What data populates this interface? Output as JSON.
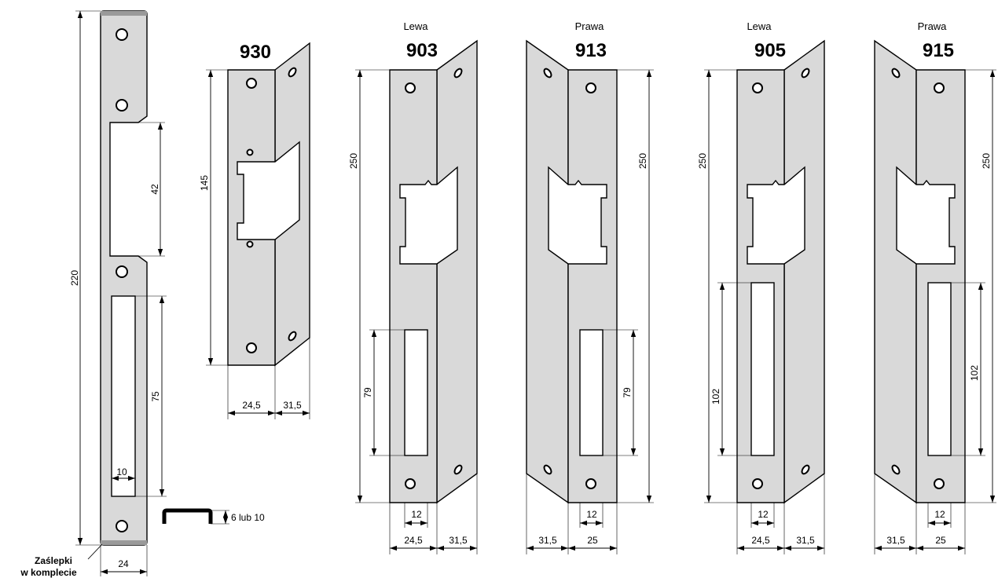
{
  "plates": {
    "p220": {
      "length": "220",
      "window_height": "42",
      "slot_length": "75",
      "slot_width": "10",
      "width": "24",
      "cap_note_line1": "Zaślepki",
      "cap_note_line2": "w komplecie",
      "cap_depth": "6 lub 10"
    },
    "p930": {
      "model": "930",
      "height": "145",
      "width": "24,5",
      "lip": "31,5"
    },
    "p903": {
      "side": "Lewa",
      "model": "903",
      "height": "250",
      "slot_length": "79",
      "slot_width": "12",
      "width": "24,5",
      "lip": "31,5"
    },
    "p913": {
      "side": "Prawa",
      "model": "913",
      "height": "250",
      "slot_length": "79",
      "slot_width": "12",
      "lip": "31,5",
      "width": "25"
    },
    "p905": {
      "side": "Lewa",
      "model": "905",
      "height": "250",
      "slot_length": "102",
      "slot_width": "12",
      "width": "24,5",
      "lip": "31,5"
    },
    "p915": {
      "side": "Prawa",
      "model": "915",
      "height": "250",
      "slot_length": "102",
      "slot_width": "12",
      "lip": "31,5",
      "width": "25"
    }
  }
}
